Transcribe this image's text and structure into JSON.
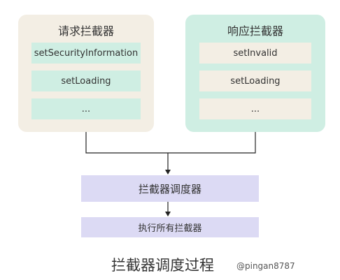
{
  "request_group": {
    "title": "请求拦截器",
    "items": [
      "setSecurityInformation",
      "setLoading",
      "..."
    ]
  },
  "response_group": {
    "title": "响应拦截器",
    "items": [
      "setInvalid",
      "setLoading",
      "..."
    ]
  },
  "scheduler": {
    "label": "拦截器调度器"
  },
  "execute": {
    "label": "执行所有拦截器"
  },
  "caption": "拦截器调度过程",
  "watermark": "@pingan8787",
  "colors": {
    "cream": "#f3eee4",
    "mint": "#cfeee3",
    "lavender": "#dcdaf4",
    "line": "#222222"
  }
}
